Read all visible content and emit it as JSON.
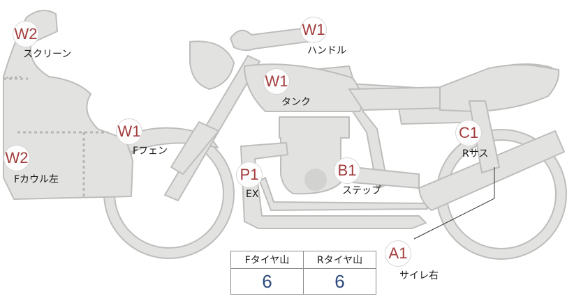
{
  "parts": [
    {
      "key": "screen",
      "code": "W2",
      "label": "スクリーン"
    },
    {
      "key": "handle",
      "code": "W1",
      "label": "ハンドル"
    },
    {
      "key": "tank",
      "code": "W1",
      "label": "タンク"
    },
    {
      "key": "ffender",
      "code": "W1",
      "label": "Fフェン"
    },
    {
      "key": "fcowl",
      "code": "W2",
      "label": "Fカウル左"
    },
    {
      "key": "ex",
      "code": "P1",
      "label": "EX"
    },
    {
      "key": "step",
      "code": "B1",
      "label": "ステップ"
    },
    {
      "key": "rsus",
      "code": "C1",
      "label": "Rサス"
    },
    {
      "key": "silencer",
      "code": "A1",
      "label": "サイレ右"
    }
  ],
  "tread": {
    "front_header": "Fタイヤ山",
    "rear_header": "Rタイヤ山",
    "front_value": "6",
    "rear_value": "6"
  },
  "colors": {
    "badge_text": "#a33c3c",
    "tread_value": "#2c4a7c",
    "bike_fill": "#e2e2e0",
    "bike_outline": "#bdbdbb"
  }
}
